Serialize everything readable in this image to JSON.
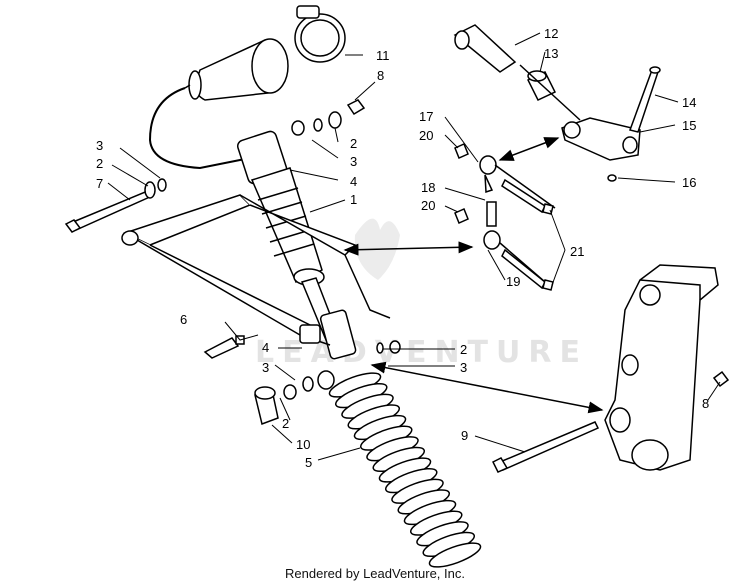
{
  "watermark": {
    "text": "LEADVENTURE"
  },
  "footer": {
    "text": "Rendered by LeadVenture, Inc."
  },
  "callouts": {
    "c1": "1",
    "c2a": "2",
    "c2b": "2",
    "c2c": "2",
    "c2d": "2",
    "c3a": "3",
    "c3b": "3",
    "c3c": "3",
    "c3d": "3",
    "c4a": "4",
    "c4b": "4",
    "c5": "5",
    "c6": "6",
    "c7": "7",
    "c8a": "8",
    "c8b": "8",
    "c9": "9",
    "c10": "10",
    "c11": "11",
    "c12": "12",
    "c13": "13",
    "c14": "14",
    "c15": "15",
    "c16": "16",
    "c17": "17",
    "c18": "18",
    "c19": "19",
    "c20a": "20",
    "c20b": "20",
    "c21": "21"
  }
}
